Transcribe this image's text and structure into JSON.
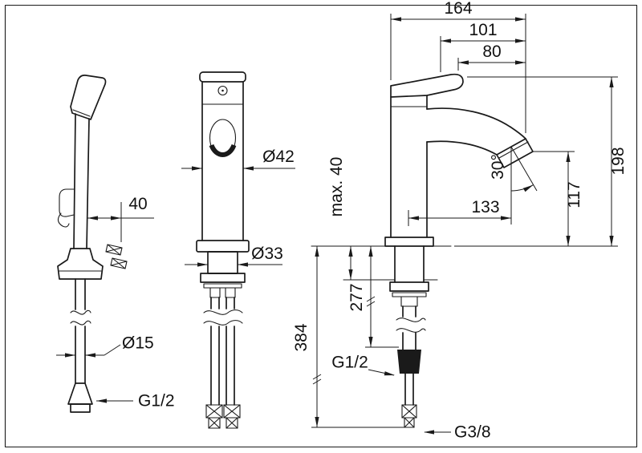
{
  "drawing": {
    "description": "Faucet dimensional technical drawing with hand shower, front view and side view",
    "line_color": "#1a1a1a",
    "background": "#ffffff",
    "hand_shower_view": {
      "holder_depth": "40",
      "hose_diameter": "Ø15",
      "hose_thread": "G1/2"
    },
    "front_view": {
      "body_diameter": "Ø42",
      "shank_diameter": "Ø33"
    },
    "side_view": {
      "total_depth": "164",
      "reach_upper": "101",
      "reach_inner": "80",
      "total_height": "198",
      "outlet_height": "117",
      "outlet_angle": "30°",
      "outlet_reach": "133",
      "max_deck": "max. 40",
      "hose_connect_length": "277",
      "hose_total_length": "384",
      "hose_thread": "G1/2",
      "supply_thread": "G3/8"
    }
  }
}
